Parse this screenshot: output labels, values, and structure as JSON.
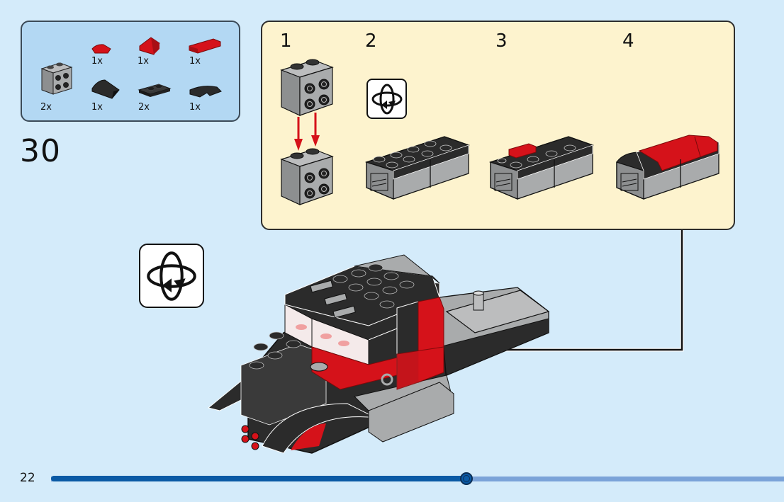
{
  "page": {
    "page_number": "22",
    "step_number": "30",
    "progress_percent": 56.7
  },
  "parts_list": {
    "items": [
      {
        "name": "brick-1x2x2-studs-on-side",
        "color": "light-gray",
        "qty": "2x"
      },
      {
        "name": "tile-round-corner-red",
        "color": "red",
        "qty": "1x"
      },
      {
        "name": "slope-red",
        "color": "red",
        "qty": "1x"
      },
      {
        "name": "curved-slope-red",
        "color": "red",
        "qty": "1x"
      },
      {
        "name": "curved-slope-black",
        "color": "black",
        "qty": "1x"
      },
      {
        "name": "plate-1x2-black",
        "color": "black",
        "qty": "2x"
      },
      {
        "name": "curved-slope-2x1-black",
        "color": "black",
        "qty": "1x"
      }
    ]
  },
  "sub_assembly": {
    "steps": [
      {
        "label": "1"
      },
      {
        "label": "2"
      },
      {
        "label": "3"
      },
      {
        "label": "4"
      }
    ],
    "rotate_icon": "rotate-model-icon"
  },
  "main_model": {
    "rotate_icon": "rotate-model-icon",
    "description": "truck cab assembly"
  },
  "colors": {
    "background": "#d4ebfa",
    "parts_box": "#b3d8f3",
    "sub_panel": "#fdf3ce",
    "progress_fill": "#0a5aa5",
    "progress_track": "#7ba3d8",
    "lego_red": "#d5121a",
    "lego_black": "#2b2b2b",
    "lego_gray": "#a3a5a6"
  }
}
